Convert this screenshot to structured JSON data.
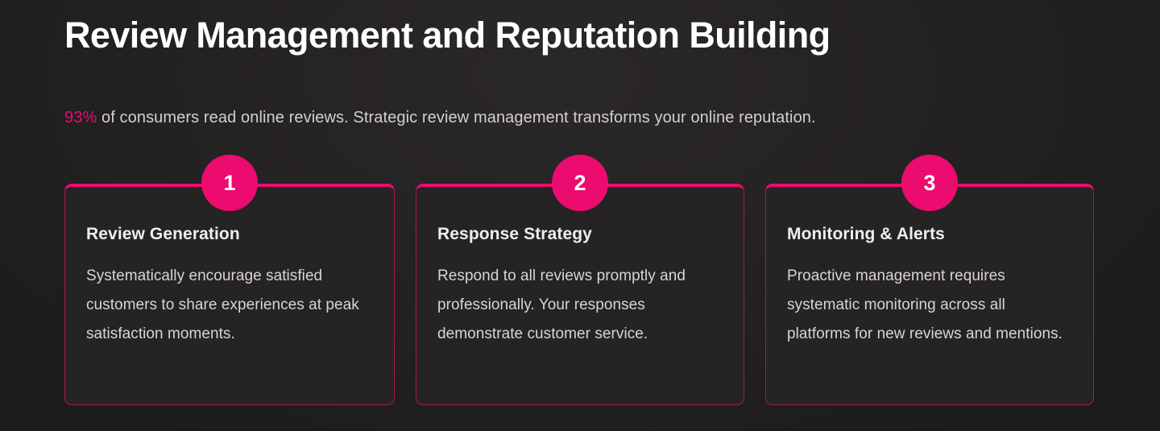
{
  "header": {
    "title": "Review Management and Reputation Building",
    "subtitle_stat": "93%",
    "subtitle_rest": " of consumers read online reviews. Strategic review management transforms your online reputation."
  },
  "colors": {
    "accent_pink": "#ec0b6e",
    "accent_pink_muted": "#a8185c",
    "page_background": "#211f20",
    "card_background": "#262324",
    "title_text": "#ffffff",
    "body_text": "#d8d5d3"
  },
  "cards": [
    {
      "number": "1",
      "title": "Review Generation",
      "body": "Systematically encourage satisfied customers to share experiences at peak satisfaction moments."
    },
    {
      "number": "2",
      "title": "Response Strategy",
      "body": "Respond to all reviews promptly and professionally. Your responses demonstrate customer service."
    },
    {
      "number": "3",
      "title": "Monitoring & Alerts",
      "body": "Proactive management requires systematic monitoring across all platforms for new reviews and mentions."
    }
  ]
}
